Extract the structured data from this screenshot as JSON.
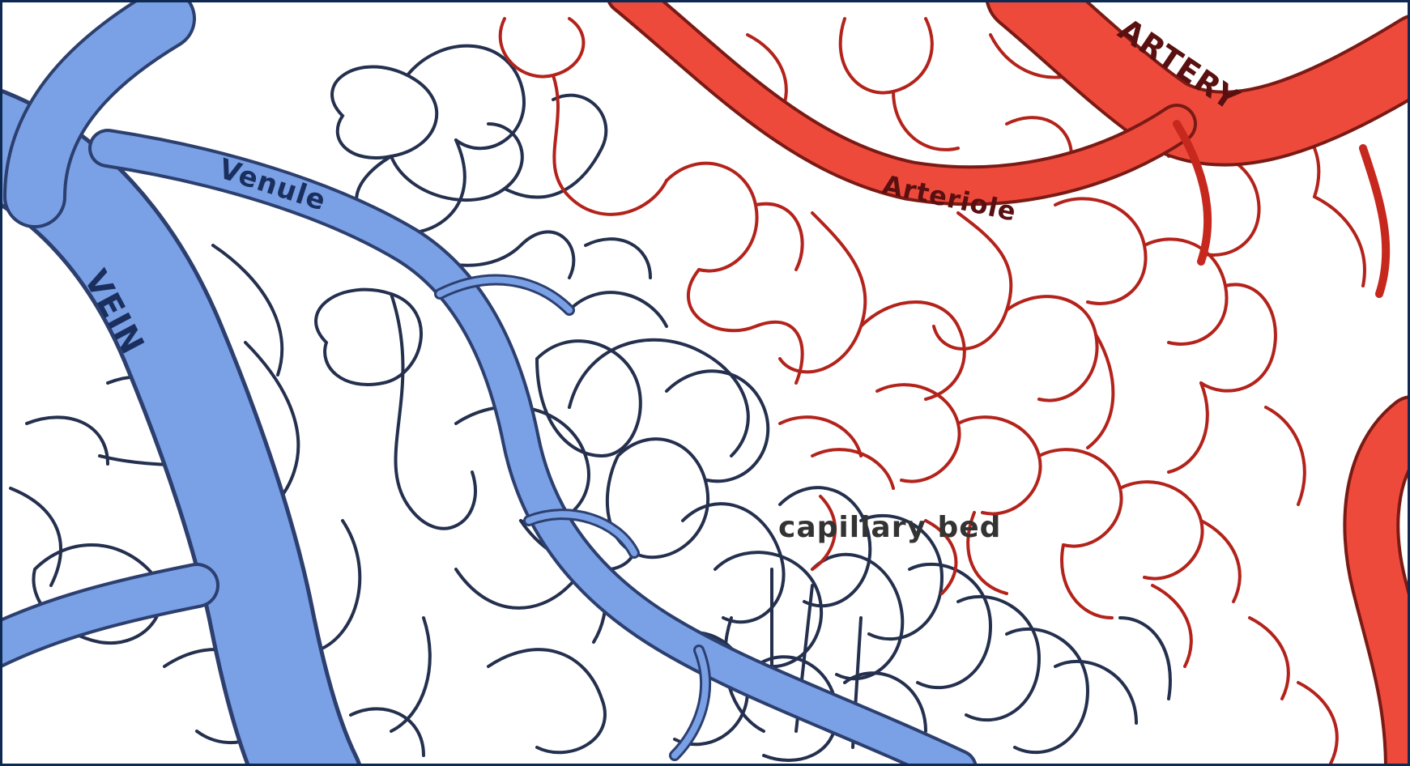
{
  "labels": {
    "vein": "VEIN",
    "venule": "Venule",
    "artery": "ARTERY",
    "arteriole": "Arteriole",
    "capillary_bed": "capillary bed"
  },
  "colors": {
    "vein": "#7aa0e6",
    "vein_outline": "#2c3f6e",
    "artery": "#ee4a3c",
    "artery_outline": "#7a1a14",
    "venous_capillary": "#24304e",
    "arterial_capillary": "#b3231b",
    "frame_border": "#0f2a52"
  }
}
